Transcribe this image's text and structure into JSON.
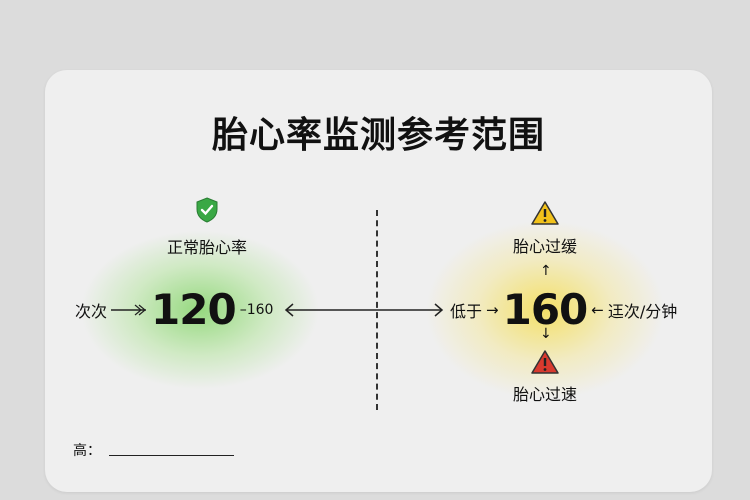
{
  "title": "胎心率监测参考范围",
  "normal": {
    "label": "正常胎心率",
    "left_text": "次次",
    "value_low": "120",
    "value_high": "–160",
    "icon": "shield-check-icon",
    "color": "#3aa845"
  },
  "abnormal": {
    "value": "160",
    "left_text": "低于",
    "right_text": "迋次/分钟",
    "slow_label": "胎心过缓",
    "fast_label": "胎心过速",
    "slow_icon": "warning-yellow-icon",
    "fast_icon": "warning-red-icon",
    "slow_color": "#f2c21b",
    "fast_color": "#d83a2e"
  },
  "footer": {
    "label": "高："
  }
}
